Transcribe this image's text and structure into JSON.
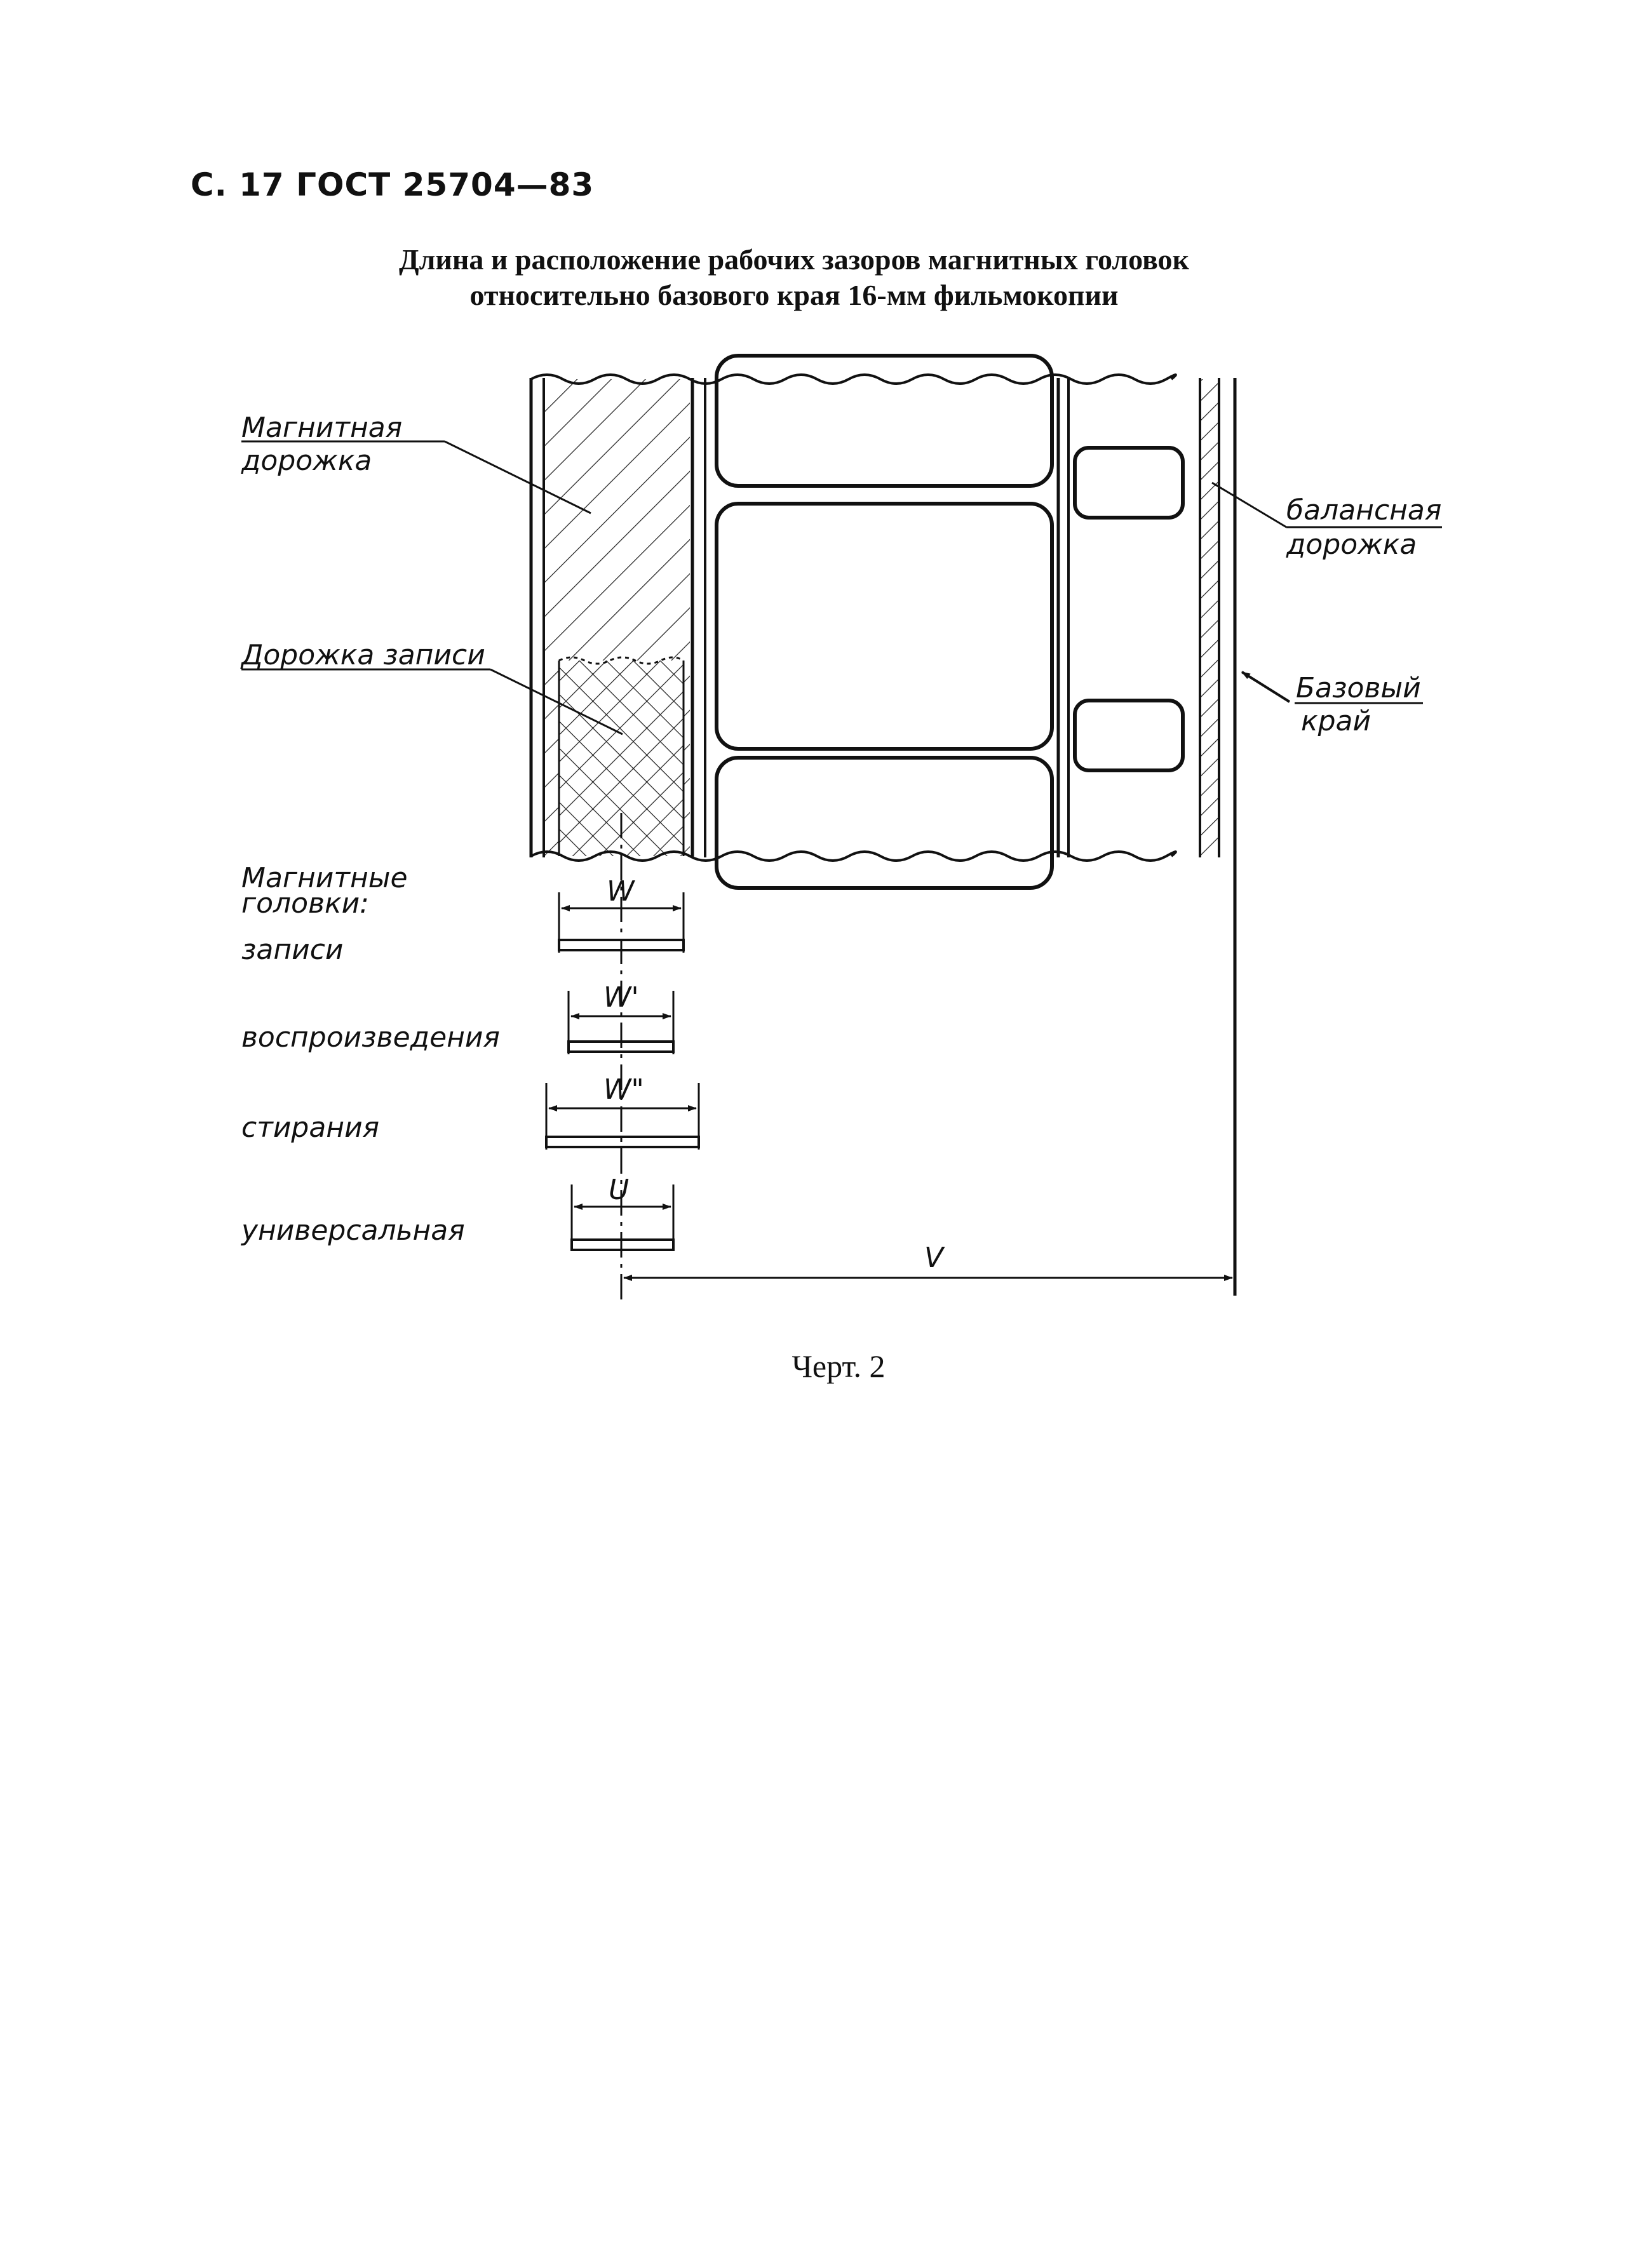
{
  "header": {
    "page_ref": "С. 17 ГОСТ 25704—83"
  },
  "title": {
    "line1": "Длина и расположение рабочих зазоров магнитных головок",
    "line2": "относительно базового края 16-мм фильмокопии"
  },
  "labels": {
    "magnetic_track": [
      "Магнитная",
      "дорожка"
    ],
    "recording_track": "Дорожка записи",
    "balance_track": [
      "балансная",
      "дорожка"
    ],
    "base_edge": [
      "Базовый",
      "край"
    ],
    "magnetic_heads": [
      "Магнитные",
      "головки:"
    ]
  },
  "heads": [
    {
      "label": "записи",
      "dim": "W"
    },
    {
      "label": "воспроизведения",
      "dim": "W'"
    },
    {
      "label": "стирания",
      "dim": "W\""
    },
    {
      "label": "универсальная",
      "dim": "U"
    }
  ],
  "offset_dim": "V",
  "caption": "Черт. 2"
}
